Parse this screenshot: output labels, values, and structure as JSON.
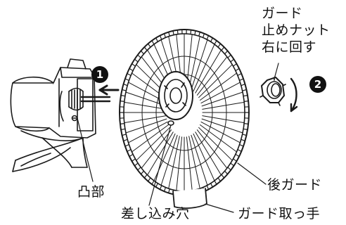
{
  "steps": [
    {
      "number": "1"
    },
    {
      "number": "2"
    }
  ],
  "labels": {
    "guard_nut": [
      "ガード",
      "止めナット",
      "右に回す"
    ],
    "boss": "凸部",
    "insert_hole": "差し込み穴",
    "rear_guard": "後ガード",
    "guard_handle": "ガード取っ手"
  },
  "colors": {
    "line": "#1a1a1a",
    "background": "#ffffff"
  }
}
